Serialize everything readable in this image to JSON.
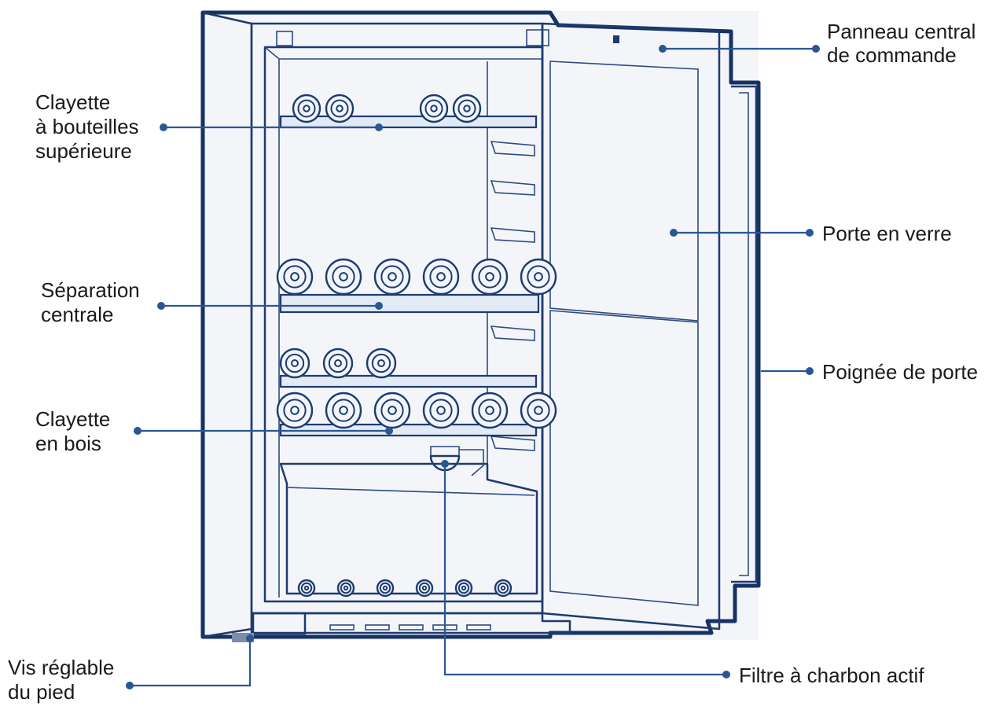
{
  "callouts": {
    "panneau_l1": "Panneau central",
    "panneau_l2": "de commande",
    "clayette_sup_l1": "Clayette",
    "clayette_sup_l2": "à bouteilles",
    "clayette_sup_l3": "supérieure",
    "porte_verre": "Porte en verre",
    "separation_l1": "Séparation",
    "separation_l2": "centrale",
    "poignee": "Poignée de porte",
    "clayette_bois_l1": "Clayette",
    "clayette_bois_l2": "en bois",
    "vis_l1": "Vis réglable",
    "vis_l2": "du pied",
    "filtre": "Filtre à charbon actif"
  },
  "colors": {
    "outline": "#1e3b6e",
    "leader": "#2a5794",
    "shelf_fill": "#e2eaf6",
    "door_glass": "#eef2f9"
  },
  "bottle_rows": {
    "top_row": 4,
    "middle_row": 6,
    "lower_row_a": 3,
    "lower_row_b": 6,
    "bottom_row": 6
  }
}
